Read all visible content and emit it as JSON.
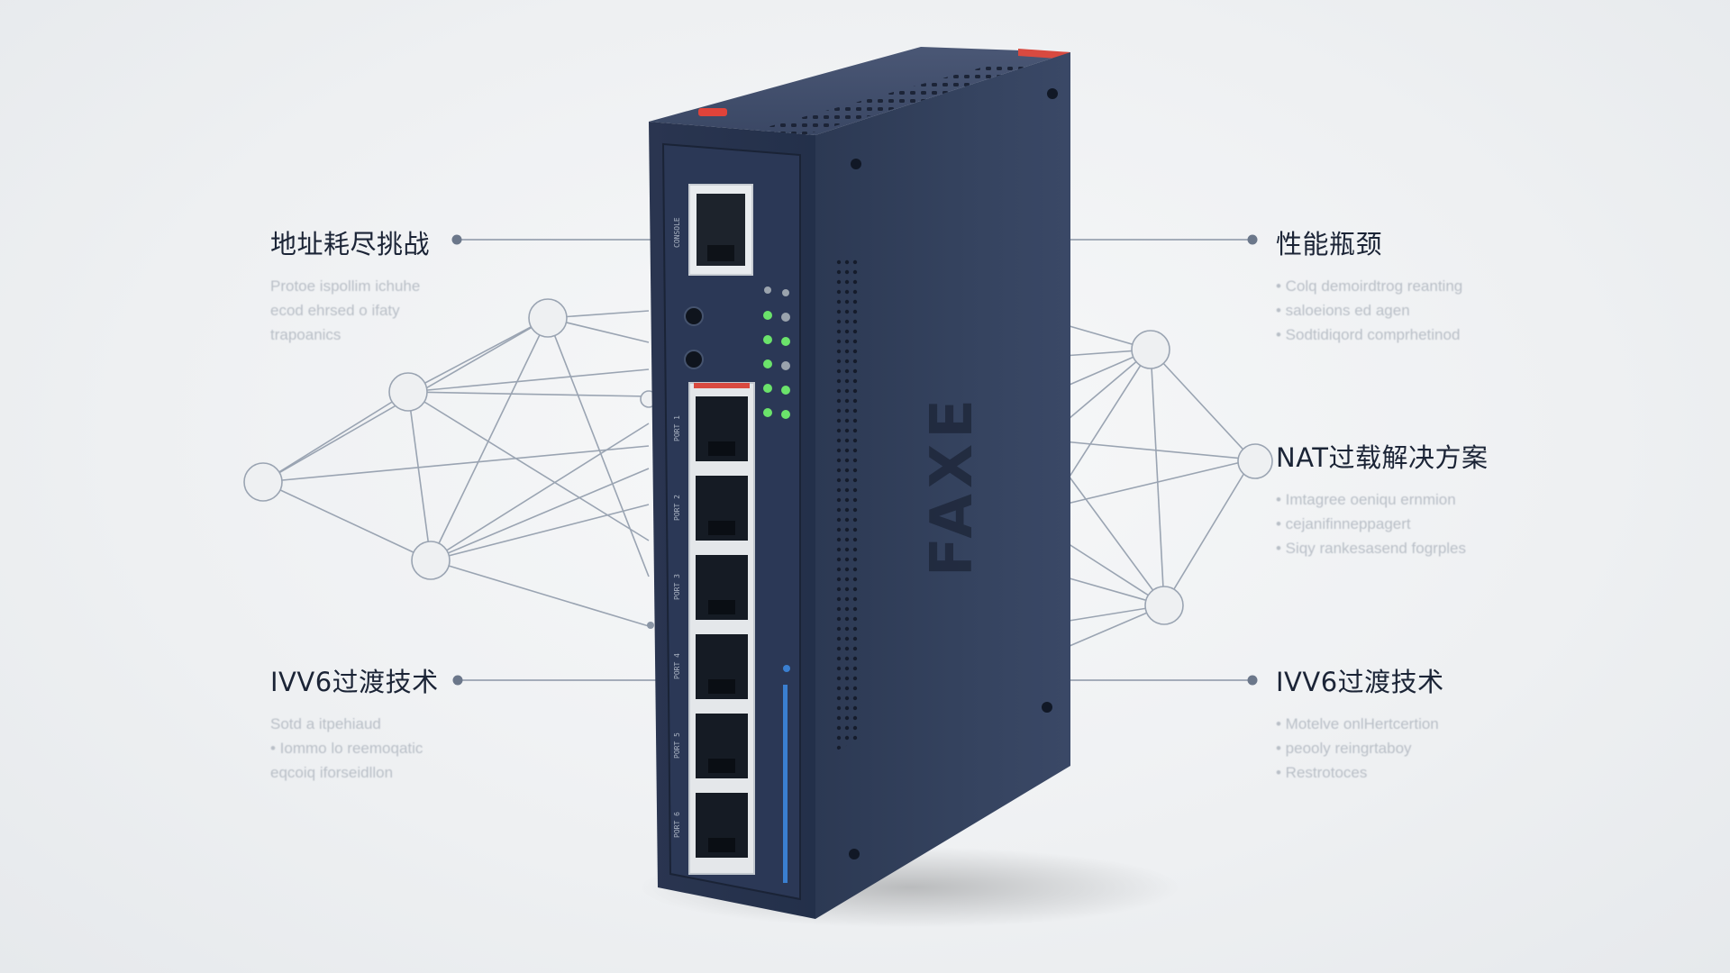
{
  "device": {
    "brand": "FAXE",
    "port_labels": [
      "CONSOLE",
      "PORT 1",
      "PORT 2",
      "PORT 3",
      "PORT 4",
      "PORT 5",
      "PORT 6"
    ],
    "led_color_on": "#6be36b",
    "led_color_off": "#9aa3ad",
    "body_color": "#2e3b55",
    "accent_red": "#e0433a"
  },
  "annotations": {
    "top_left": {
      "title": "地址耗尽挑战",
      "lines": [
        "Protoe ispollim ichuhe",
        "ecod ehrsed o ifaty",
        "trapoanics"
      ]
    },
    "bottom_left": {
      "title": "IVV6过渡技术",
      "lines": [
        "Sotd a itpehiaud",
        "• Iommo lo reemoqatic",
        "eqcoiq iforseidllon"
      ]
    },
    "top_right": {
      "title": "性能瓶颈",
      "lines": [
        "• Colq demoirdtrog reanting",
        "• saloeions ed agen",
        "• Sodtidiqord comprhetinod"
      ]
    },
    "middle_right": {
      "title": "NAT过载解决方案",
      "lines": [
        "• Imtagree oeniqu ernmion",
        "• cejanifinneppagert",
        "• Siqy rankesasend fogrples"
      ]
    },
    "bottom_right": {
      "title": "IVV6过渡技术",
      "lines": [
        "• Motelve onlHertcertion",
        "• peooly reingrtaboy",
        "• Restrotoces"
      ]
    }
  },
  "colors": {
    "connector_line": "#8a95a5",
    "network_line": "#9aa4b2",
    "title_text": "#1b2436",
    "body_text": "#b9bfc7"
  }
}
